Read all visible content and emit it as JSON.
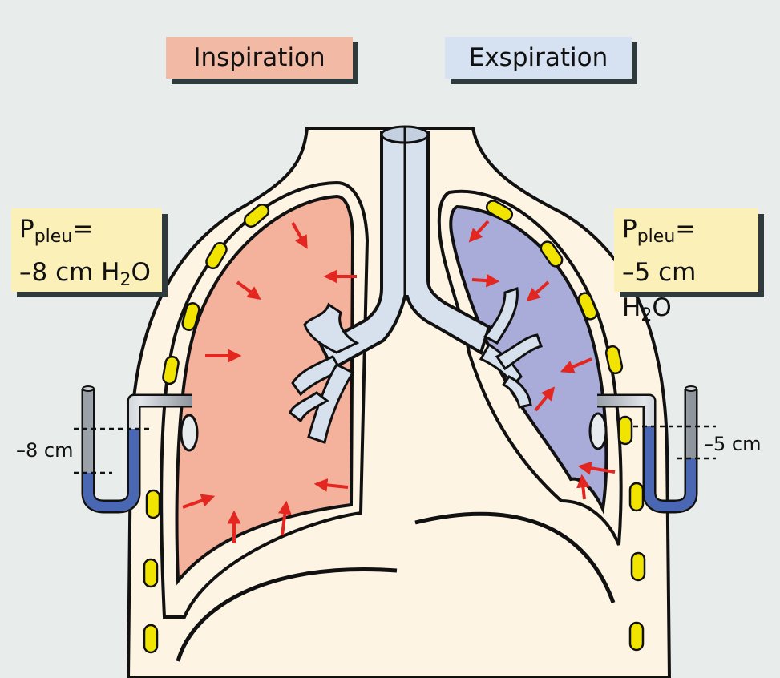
{
  "labels": {
    "inspiration": "Inspiration",
    "exspiration": "Exspiration"
  },
  "pressure_left": {
    "prefix": "P",
    "sub": "pleu",
    "suffix": "=",
    "value": "–8 cm H",
    "h2": "2",
    "o": "O"
  },
  "pressure_right": {
    "prefix": "P",
    "sub": "pleu",
    "suffix": "=",
    "value": "–5 cm H",
    "h2": "2",
    "o": "O"
  },
  "manometer_left": "–8 cm",
  "manometer_right": "–5 cm",
  "colors": {
    "background": "#e8ecea",
    "body": "#fdf4e4",
    "lung_inspiration": "#f4b19c",
    "lung_exspiration": "#a9acd8",
    "arrow": "#e3261f",
    "rib": "#f1e400",
    "water": "#4a67b4"
  }
}
